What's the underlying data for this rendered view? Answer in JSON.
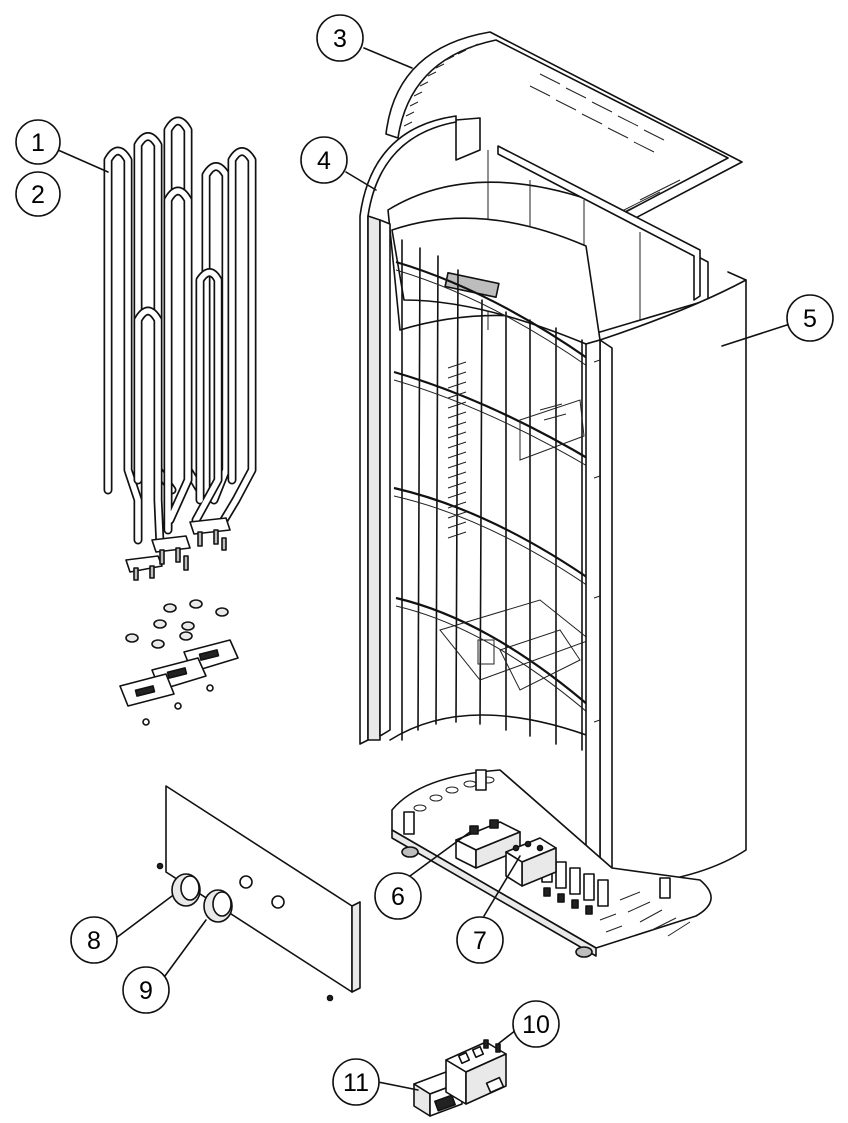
{
  "diagram": {
    "callouts": [
      {
        "id": "1",
        "label": "1"
      },
      {
        "id": "2",
        "label": "2"
      },
      {
        "id": "3",
        "label": "3"
      },
      {
        "id": "4",
        "label": "4"
      },
      {
        "id": "5",
        "label": "5"
      },
      {
        "id": "6",
        "label": "6"
      },
      {
        "id": "7",
        "label": "7"
      },
      {
        "id": "8",
        "label": "8"
      },
      {
        "id": "9",
        "label": "9"
      },
      {
        "id": "10",
        "label": "10"
      },
      {
        "id": "11",
        "label": "11"
      }
    ],
    "parts": [
      {
        "callout": "1",
        "icon": "heating-element-icon"
      },
      {
        "callout": "2",
        "icon": "heating-element-icon"
      },
      {
        "callout": "3",
        "icon": "top-cover-grille-icon"
      },
      {
        "callout": "4",
        "icon": "left-side-panel-icon"
      },
      {
        "callout": "5",
        "icon": "right-side-panel-icon"
      },
      {
        "callout": "6",
        "icon": "relay-icon"
      },
      {
        "callout": "7",
        "icon": "terminal-block-icon"
      },
      {
        "callout": "8",
        "icon": "control-knob-icon"
      },
      {
        "callout": "9",
        "icon": "control-knob-icon"
      },
      {
        "callout": "10",
        "icon": "contactor-icon"
      },
      {
        "callout": "11",
        "icon": "thermostat-icon"
      }
    ],
    "colors": {
      "line": "#111111",
      "fill": "#ffffff",
      "shade": "#e9e9e9"
    }
  }
}
